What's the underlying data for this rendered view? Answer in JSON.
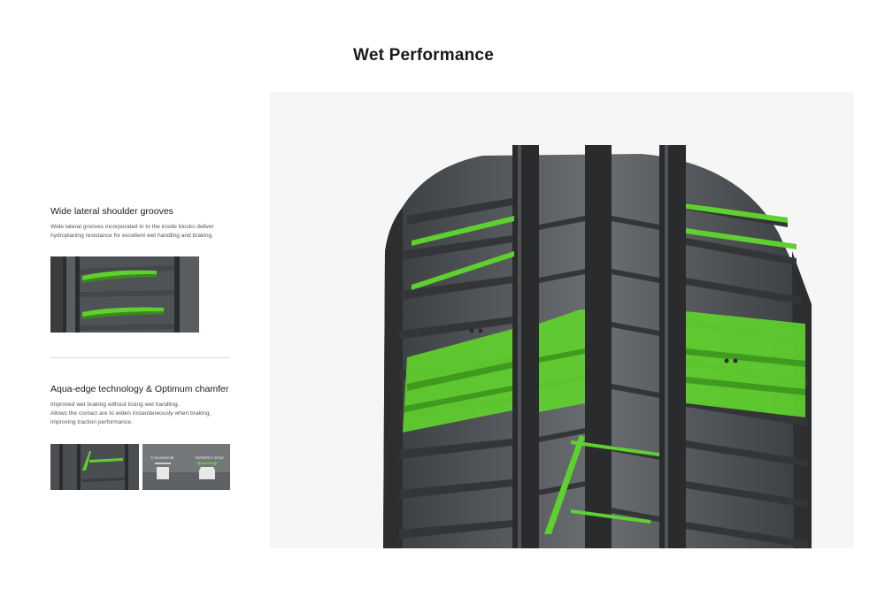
{
  "page": {
    "title": "Wet Performance"
  },
  "sections": [
    {
      "title": "Wide lateral shoulder grooves",
      "description": "Wide lateral grooves incorporated in to the inside blocks deliver hydroplaning resistance for excellent wet handling and braking."
    },
    {
      "title": "Aqua-edge technology & Optimum chamfer",
      "description_lines": [
        "Improved wet braking without losing wet handling.",
        "Allows the contact are to widen instantaneously when braking,",
        "improving traction performance."
      ]
    }
  ],
  "chamfer_diagram": {
    "conventional_label": "Conventional",
    "kinergy_label": "KINERGY Eco2"
  },
  "colors": {
    "accent_green": "#5fd12e",
    "tread_dark": "#3c3f42",
    "tread_mid": "#6d7175"
  },
  "icons": [
    "tire-tread-image",
    "shoulder-groove-closeup-image",
    "aqua-edge-closeup-image",
    "chamfer-comparison-image"
  ]
}
